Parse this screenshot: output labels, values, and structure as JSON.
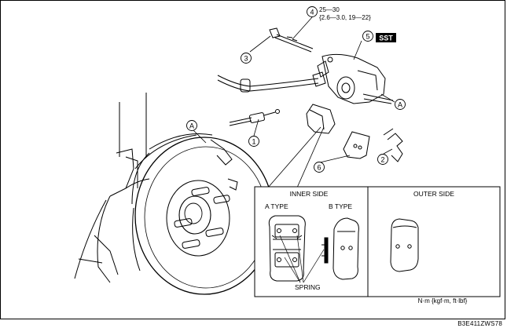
{
  "callouts": {
    "c1": "1",
    "c2": "2",
    "c3": "3",
    "c4": "4",
    "c5": "5",
    "c6": "6",
    "a": "A"
  },
  "torque": {
    "line1": "25—30",
    "line2": "{2.6—3.0, 19—22}"
  },
  "sst_label": "SST",
  "inset": {
    "inner_side": "INNER SIDE",
    "outer_side": "OUTER SIDE",
    "type_a": "A TYPE",
    "type_b": "B TYPE",
    "spring": "SPRING"
  },
  "units_note": "N·m {kgf·m, ft·lbf}",
  "figure_code": "B3E411ZWS78"
}
